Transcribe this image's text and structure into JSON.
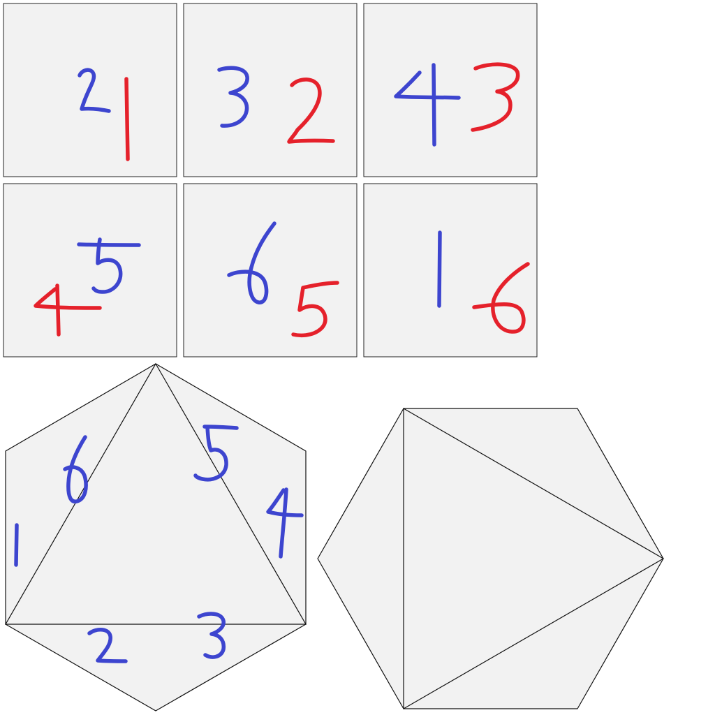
{
  "colors": {
    "blue_ink": "#3d45cf",
    "red_ink": "#e5212b",
    "panel_fill": "#f2f2f2",
    "stroke": "#111111"
  },
  "panels": [
    {
      "blue": "2",
      "red": "1"
    },
    {
      "blue": "3",
      "red": "2"
    },
    {
      "blue": "4",
      "red": "3"
    },
    {
      "blue": "5",
      "red": "4"
    },
    {
      "blue": "6",
      "red": "5"
    },
    {
      "blue": "1",
      "red": "6"
    }
  ],
  "hexagon_left": {
    "labels": [
      "6",
      "5",
      "4",
      "1",
      "2",
      "3"
    ]
  },
  "hexagon_right": {
    "labels": []
  }
}
